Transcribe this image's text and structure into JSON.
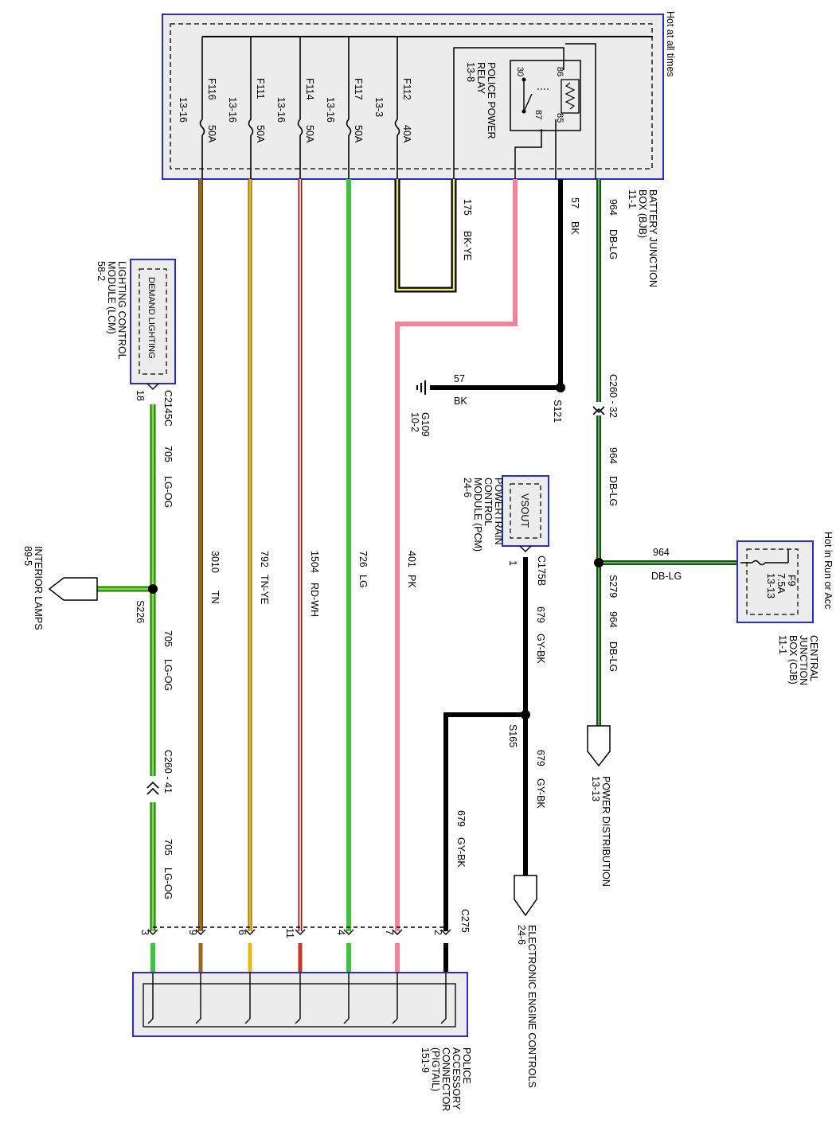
{
  "bjb": {
    "hot_label": "Hot at all times",
    "name_line1": "BATTERY JUNCTION",
    "name_line2": "BOX (BJB)",
    "ref": "11-1",
    "fuses": [
      {
        "id": "F116",
        "rating": "50A",
        "page": "13-16"
      },
      {
        "id": "F111",
        "rating": "50A",
        "page": "13-16"
      },
      {
        "id": "F114",
        "rating": "50A",
        "page": "13-16"
      },
      {
        "id": "F117",
        "rating": "50A",
        "page": "13-16"
      },
      {
        "id": "F112",
        "rating": "40A",
        "page": "13-3"
      }
    ],
    "relay": {
      "line1": "POLICE POWER",
      "line2": "RELAY",
      "page": "13-8",
      "pins": [
        "30",
        "86",
        "87",
        "85"
      ]
    }
  },
  "circuits": {
    "c175": "175",
    "c175_color": "BK-YE",
    "c57": "57",
    "c57_color": "BK",
    "c964": "964",
    "c964_color": "DB-LG",
    "c3010": "3010",
    "c3010_color": "TN",
    "c792": "792",
    "c792_color": "TN-YE",
    "c1504": "1504",
    "c1504_color": "RD-WH",
    "c726": "726",
    "c726_color": "LG",
    "c401": "401",
    "c401_color": "PK",
    "c705": "705",
    "c705_color": "LG-OG",
    "c679": "679",
    "c679_color": "GY-BK"
  },
  "ground": {
    "wire_num": "57",
    "wire_color": "BK",
    "id": "G109",
    "ref": "10-2"
  },
  "splices": {
    "s121": "S121",
    "s279": "S279",
    "s226": "S226",
    "s165": "S165"
  },
  "connectors": {
    "c260_32": "C260 - 32",
    "c260_41": "C260 - 41",
    "c2145c": "C2145C",
    "c2145c_pin": "18",
    "c175b": "C175B",
    "c175b_pin": "1",
    "c275": "C275",
    "c275_pins": [
      "3",
      "9",
      "6",
      "11",
      "4",
      "7",
      "2"
    ]
  },
  "lcm": {
    "internal": "DEMAND LIGHTING",
    "line1": "LIGHTING CONTROL",
    "line2": "MODULE (LCM)",
    "ref": "58-2"
  },
  "pcm": {
    "internal": "VSOUT",
    "line1": "POWERTRAIN",
    "line2": "CONTROL",
    "line3": "MODULE (PCM)",
    "ref": "24-6"
  },
  "cjb": {
    "hot_label": "Hot in Run or Acc",
    "fuse_id": "F9",
    "fuse_rating": "7.5A",
    "fuse_page": "13-13",
    "line1": "CENTRAL",
    "line2": "JUNCTION",
    "line3": "BOX (CJB)",
    "ref": "11-1"
  },
  "power_dist": {
    "line1": "POWER DISTRIBUTION",
    "ref": "13-13"
  },
  "eec": {
    "line1": "ELECTRONIC ENGINE CONTROLS",
    "ref": "24-6"
  },
  "interior": {
    "line1": "INTERIOR LAMPS",
    "ref": "89-5"
  },
  "pac": {
    "line1": "POLICE",
    "line2": "ACCESSORY",
    "line3": "CONNECTOR",
    "line4": "(PIGTAIL)",
    "ref": "151-9"
  },
  "colors": {
    "tan": "#9a6a1c",
    "tan_ye": "#e8b818",
    "rd_wh": "#c0392b",
    "lg": "#38c83a",
    "pk": "#f2849a",
    "bk": "#000000",
    "db_lg": "#1e4d1e",
    "box_border": "#2b2bd0",
    "box_fill": "#ececec"
  }
}
